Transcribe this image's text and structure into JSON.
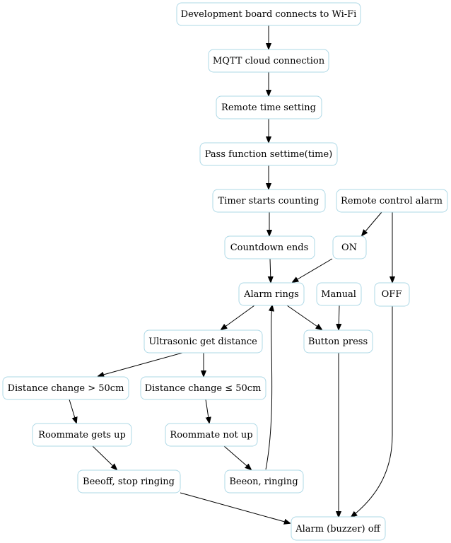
{
  "colors": {
    "node_border": "#add8e6",
    "node_fill": "#ffffff",
    "edge": "#000000",
    "text": "#000000"
  },
  "nodes": {
    "wifi": "Development board connects to Wi-Fi",
    "mqtt": "MQTT cloud connection",
    "remote_time": "Remote time setting",
    "settime": "Pass function settime(time)",
    "timer": "Timer starts counting",
    "countdown": "Countdown ends",
    "remote_alarm": "Remote control alarm",
    "on": "ON",
    "off": "OFF",
    "alarm_rings": "Alarm rings",
    "manual": "Manual",
    "ultrasonic": "Ultrasonic get distance",
    "button_press": "Button press",
    "dist_gt": "Distance change > 50cm",
    "dist_le": "Distance change ≤ 50cm",
    "roommate_up": "Roommate gets up",
    "roommate_not_up": "Roommate not up",
    "beeoff": "Beeoff, stop ringing",
    "beeon": "Beeon, ringing",
    "alarm_off": "Alarm (buzzer) off"
  }
}
